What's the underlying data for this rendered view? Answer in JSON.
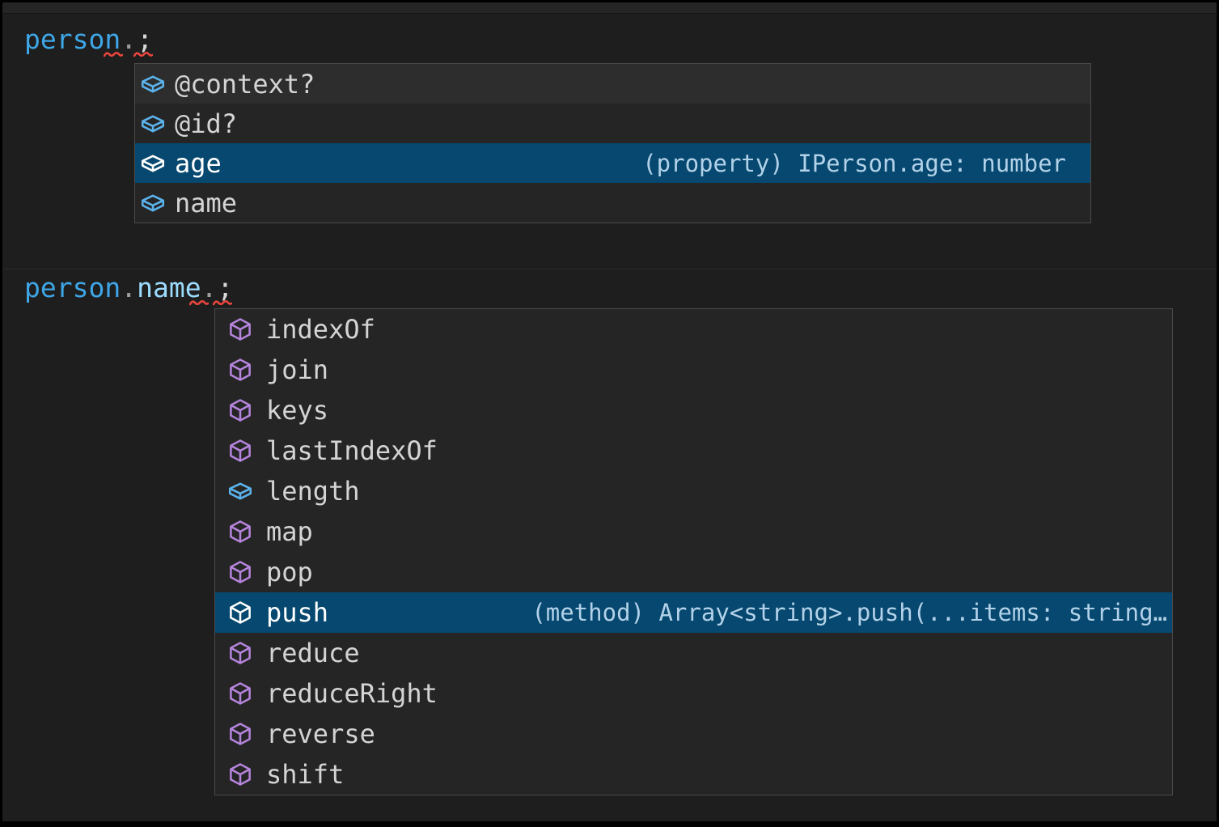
{
  "colors": {
    "editor_background": "#1e1e1e",
    "widget_background": "#252526",
    "widget_border": "#4a4a4a",
    "selection_background": "#06486F",
    "field_icon_blue": "#5bb3ec",
    "method_icon_purple": "#b685dd",
    "variable_blue": "#3ea7e8",
    "property_light_blue": "#9CDCFE",
    "error_squiggle_red": "#e8453c"
  },
  "code": {
    "line1": {
      "object": "person",
      "dot": ".",
      "semicolon": ";"
    },
    "line2": {
      "object": "person",
      "dot1": ".",
      "property": "name",
      "dot2": ".",
      "semicolon": ";"
    }
  },
  "suggest1": {
    "items": [
      {
        "label": "@context?",
        "kind": "field",
        "state": "hover",
        "detail": ""
      },
      {
        "label": "@id?",
        "kind": "field",
        "state": "",
        "detail": ""
      },
      {
        "label": "age",
        "kind": "field",
        "state": "selected",
        "detail": "(property) IPerson.age: number"
      },
      {
        "label": "name",
        "kind": "field",
        "state": "",
        "detail": ""
      }
    ]
  },
  "suggest2": {
    "items": [
      {
        "label": "indexOf",
        "kind": "method",
        "state": "",
        "detail": ""
      },
      {
        "label": "join",
        "kind": "method",
        "state": "",
        "detail": ""
      },
      {
        "label": "keys",
        "kind": "method",
        "state": "",
        "detail": ""
      },
      {
        "label": "lastIndexOf",
        "kind": "method",
        "state": "",
        "detail": ""
      },
      {
        "label": "length",
        "kind": "field",
        "state": "",
        "detail": ""
      },
      {
        "label": "map",
        "kind": "method",
        "state": "",
        "detail": ""
      },
      {
        "label": "pop",
        "kind": "method",
        "state": "",
        "detail": ""
      },
      {
        "label": "push",
        "kind": "method",
        "state": "selected",
        "detail": "(method) Array<string>.push(...items: string…"
      },
      {
        "label": "reduce",
        "kind": "method",
        "state": "",
        "detail": ""
      },
      {
        "label": "reduceRight",
        "kind": "method",
        "state": "",
        "detail": ""
      },
      {
        "label": "reverse",
        "kind": "method",
        "state": "",
        "detail": ""
      },
      {
        "label": "shift",
        "kind": "method",
        "state": "",
        "detail": ""
      }
    ]
  }
}
